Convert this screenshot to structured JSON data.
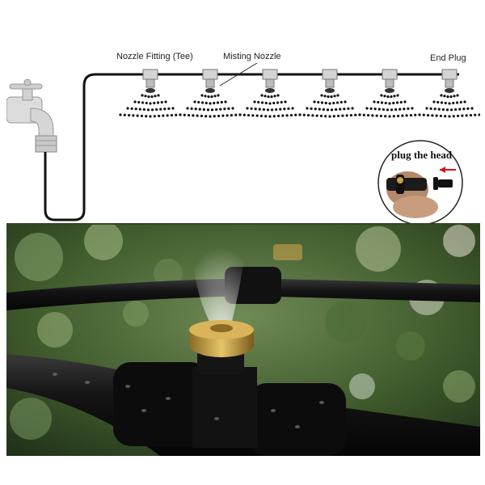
{
  "diagram": {
    "labels": {
      "nozzle_fitting": "Nozzle Fitting (Tee)",
      "misting_nozzle": "Misting Nozzle",
      "end_plug": "End Plug"
    },
    "inset": {
      "caption": "plug the head",
      "arrow_color": "#d4141c"
    },
    "colors": {
      "tube": "#111111",
      "faucet": "#d9d9d9",
      "fitting": "#cfcfcf",
      "mist_dots": "#111111"
    }
  },
  "photo": {
    "colors": {
      "foliage_dark": "#2e4a22",
      "foliage_light": "#8ea870",
      "tube": "#101010",
      "brass": "#c9a24a",
      "sky": "#cfd8c8"
    }
  }
}
